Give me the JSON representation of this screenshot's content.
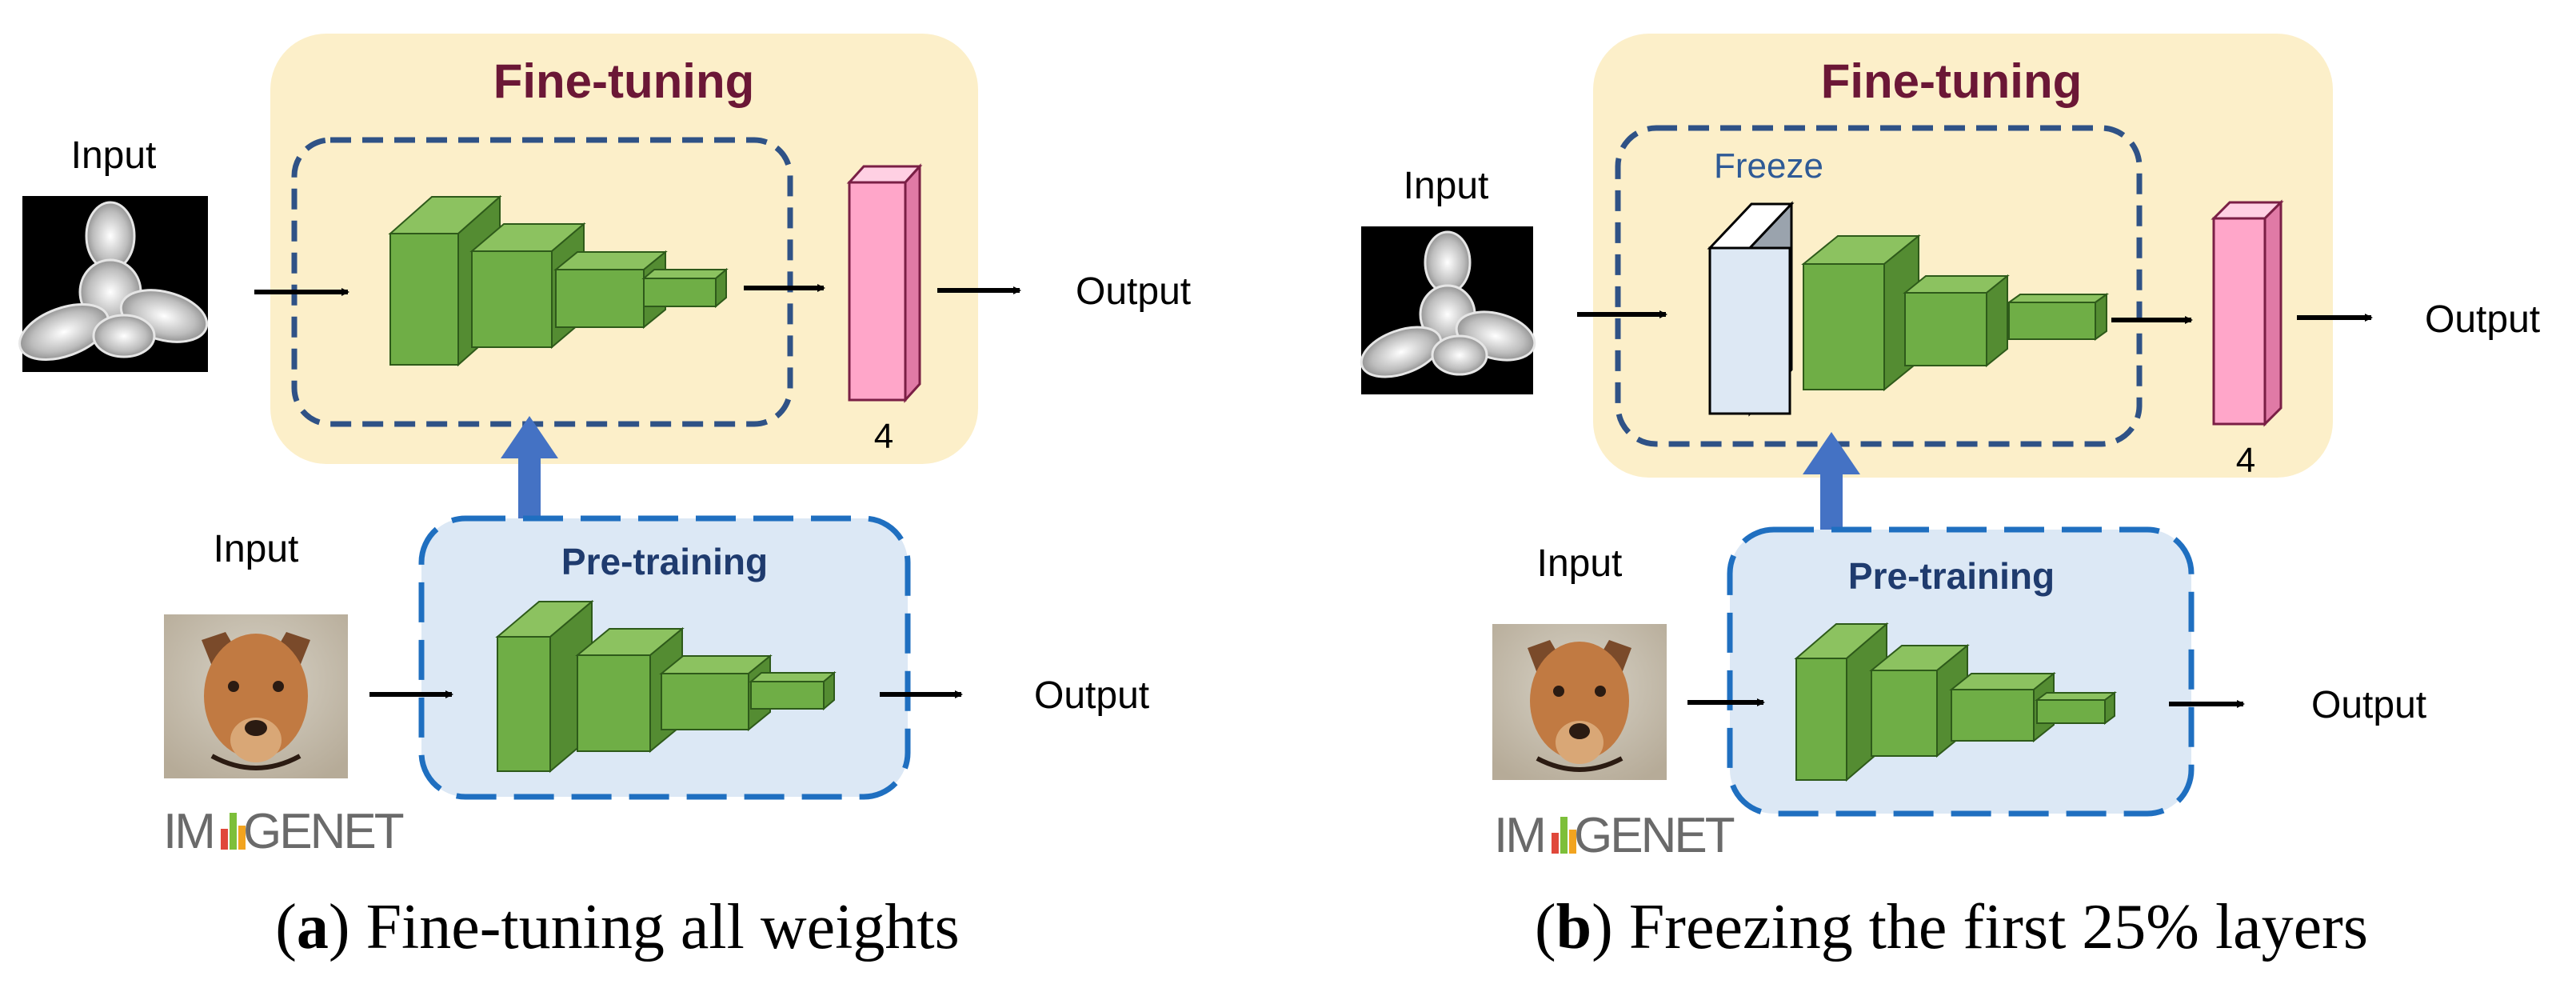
{
  "panel_a": {
    "finetune_title": "Fine-tuning",
    "pretrain_title": "Pre-training",
    "input_label_top": "Input",
    "output_label_top": "Output",
    "input_label_bottom": "Input",
    "output_label_bottom": "Output",
    "class_count": "4",
    "imagenet_left": "IM",
    "imagenet_right": "GENET",
    "caption_letter": "a",
    "caption_text": " Fine-tuning all weights"
  },
  "panel_b": {
    "finetune_title": "Fine-tuning",
    "freeze_label": "Freeze",
    "pretrain_title": "Pre-training",
    "input_label_top": "Input",
    "output_label_top": "Output",
    "input_label_bottom": "Input",
    "output_label_bottom": "Output",
    "class_count": "4",
    "imagenet_left": "IM",
    "imagenet_right": "GENET",
    "caption_letter": "b",
    "caption_text": " Freezing the first 25% layers"
  },
  "colors": {
    "finetune_bg": "#fcefc9",
    "pretrain_bg": "#dce8f5",
    "dashed_dark": "#2f5286",
    "dashed_blue": "#1f6fc0",
    "arrow_blue": "#4472c4",
    "cnn_front": "#6fae46",
    "cnn_top": "#8cc260",
    "cnn_side": "#548c32",
    "output_front": "#ffa6c9",
    "frozen_front": "#dde8f4"
  },
  "icons": {
    "input_mask": "molecule-mask-image",
    "input_photo": "dog-photo",
    "dataset_logo": "imagenet-logo"
  }
}
